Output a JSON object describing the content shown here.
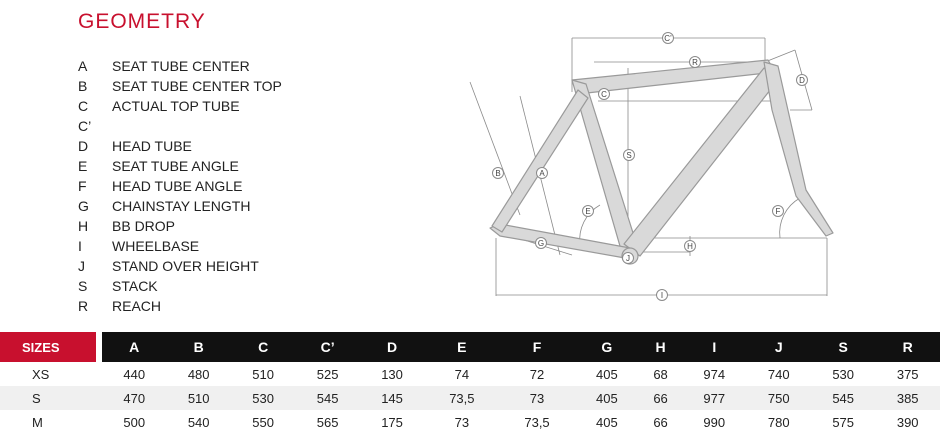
{
  "title": "GEOMETRY",
  "legend": [
    {
      "letter": "A",
      "desc": "SEAT TUBE CENTER"
    },
    {
      "letter": "B",
      "desc": "SEAT TUBE CENTER TOP"
    },
    {
      "letter": "C",
      "desc": "ACTUAL TOP TUBE"
    },
    {
      "letter": "C’",
      "desc": ""
    },
    {
      "letter": "D",
      "desc": "HEAD TUBE"
    },
    {
      "letter": "E",
      "desc": "SEAT TUBE ANGLE"
    },
    {
      "letter": "F",
      "desc": "HEAD TUBE ANGLE"
    },
    {
      "letter": "G",
      "desc": "CHAINSTAY LENGTH"
    },
    {
      "letter": "H",
      "desc": "BB DROP"
    },
    {
      "letter": "I",
      "desc": "WHEELBASE"
    },
    {
      "letter": "J",
      "desc": "STAND OVER HEIGHT"
    },
    {
      "letter": "S",
      "desc": "STACK"
    },
    {
      "letter": "R",
      "desc": "REACH"
    }
  ],
  "diagram_labels": {
    "A": "A",
    "B": "B",
    "C": "C",
    "Cp": "C’",
    "D": "D",
    "E": "E",
    "F": "F",
    "G": "G",
    "H": "H",
    "I": "I",
    "J": "J",
    "S": "S",
    "R": "R"
  },
  "table": {
    "sizes_label": "SIZES",
    "columns": [
      "A",
      "B",
      "C",
      "C’",
      "D",
      "E",
      "F",
      "G",
      "H",
      "I",
      "J",
      "S",
      "R"
    ],
    "rows": [
      {
        "size": "XS",
        "values": [
          "440",
          "480",
          "510",
          "525",
          "130",
          "74",
          "72",
          "405",
          "68",
          "974",
          "740",
          "530",
          "375"
        ]
      },
      {
        "size": "S",
        "values": [
          "470",
          "510",
          "530",
          "545",
          "145",
          "73,5",
          "73",
          "405",
          "66",
          "977",
          "750",
          "545",
          "385"
        ]
      },
      {
        "size": "M",
        "values": [
          "500",
          "540",
          "550",
          "565",
          "175",
          "73",
          "73,5",
          "405",
          "66",
          "990",
          "780",
          "575",
          "390"
        ]
      }
    ]
  },
  "colors": {
    "accent": "#c8102e",
    "header_bg": "#111111",
    "frame_fill": "#d9d9d9",
    "frame_stroke": "#9a9a9a"
  }
}
